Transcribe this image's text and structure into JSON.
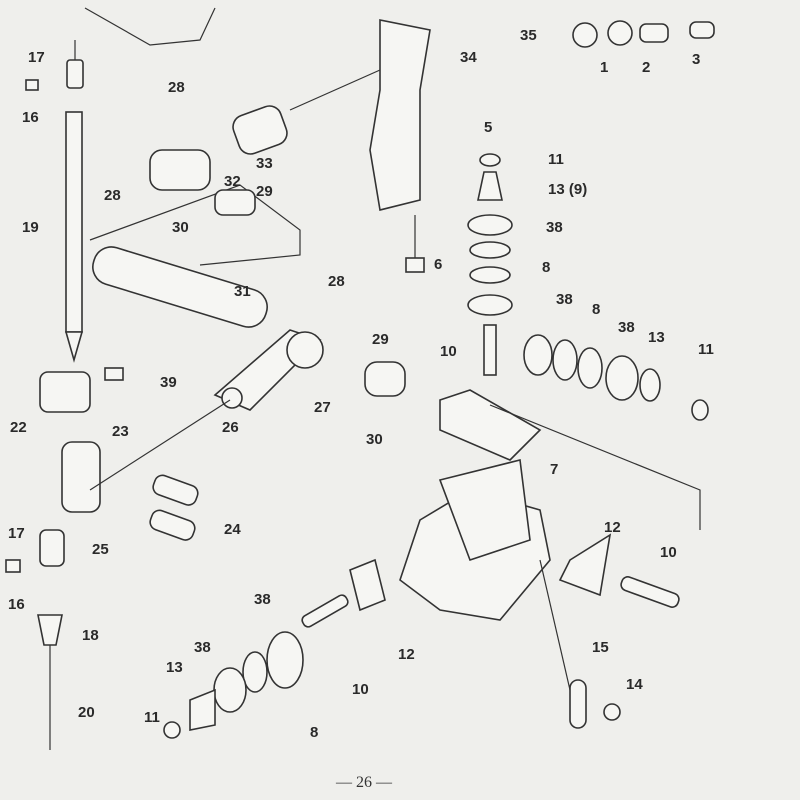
{
  "diagram": {
    "type": "exploded parts diagram",
    "page_number": "— 26 —",
    "part_labels": [
      "17",
      "16",
      "19",
      "28",
      "28",
      "32",
      "29",
      "30",
      "33",
      "31",
      "28",
      "29",
      "27",
      "26",
      "30",
      "39",
      "22",
      "23",
      "24",
      "25",
      "17",
      "16",
      "18",
      "20",
      "38",
      "38",
      "13",
      "11",
      "8",
      "10",
      "12",
      "34",
      "35",
      "1",
      "2",
      "3",
      "5",
      "11",
      "13 (9)",
      "38",
      "8",
      "6",
      "38",
      "8",
      "38",
      "13",
      "11",
      "10",
      "7",
      "12",
      "10",
      "15",
      "14"
    ]
  }
}
